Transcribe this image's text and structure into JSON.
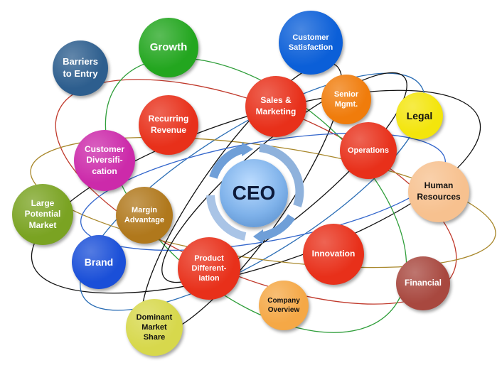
{
  "center": {
    "label": "CEO"
  },
  "nodes": [
    {
      "id": "growth",
      "label": "Growth",
      "color": "#23a61f"
    },
    {
      "id": "barriers",
      "label": "Barriers\nto Entry",
      "color": "#2d5e8e"
    },
    {
      "id": "custsat",
      "label": "Customer\nSatisfaction",
      "color": "#0b5fd8"
    },
    {
      "id": "sales",
      "label": "Sales &\nMarketing",
      "color": "#e8301a"
    },
    {
      "id": "senior",
      "label": "Senior\nMgmt.",
      "color": "#f07c0b"
    },
    {
      "id": "legal",
      "label": "Legal",
      "color": "#f3e50c"
    },
    {
      "id": "recurring",
      "label": "Recurring\nRevenue",
      "color": "#e8301a"
    },
    {
      "id": "operations",
      "label": "Operations",
      "color": "#e8301a"
    },
    {
      "id": "custdiv",
      "label": "Customer\nDiversifi-\ncation",
      "color": "#cc2aaa"
    },
    {
      "id": "hr",
      "label": "Human\nResources",
      "color": "#f7c18f"
    },
    {
      "id": "market",
      "label": "Large\nPotential\nMarket",
      "color": "#7aa322"
    },
    {
      "id": "margin",
      "label": "Margin\nAdvantage",
      "color": "#b0781c"
    },
    {
      "id": "brand",
      "label": "Brand",
      "color": "#1a4fd8"
    },
    {
      "id": "product",
      "label": "Product\nDifferent-\niation",
      "color": "#e8301a"
    },
    {
      "id": "innovation",
      "label": "Innovation",
      "color": "#e8301a"
    },
    {
      "id": "financial",
      "label": "Financial",
      "color": "#a8483f"
    },
    {
      "id": "company",
      "label": "Company\nOverview",
      "color": "#f5a846"
    },
    {
      "id": "dominant",
      "label": "Dominant\nMarket\nShare",
      "color": "#d7d84c"
    }
  ]
}
